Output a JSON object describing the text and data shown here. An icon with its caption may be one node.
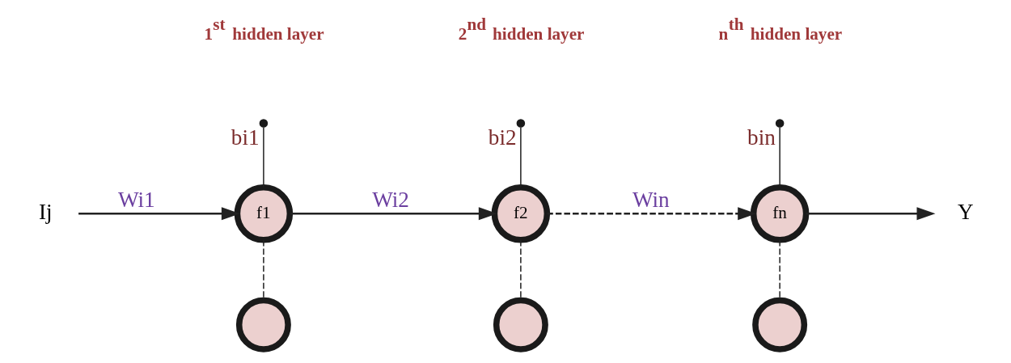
{
  "diagram": {
    "nodes": [
      {
        "text": [
          "Ij"
        ]
      },
      {
        "text": [
          "f1"
        ]
      },
      {
        "text": [
          "f2"
        ]
      },
      {
        "text": [
          "fn"
        ]
      },
      {
        "text": [
          "Y"
        ]
      },
      {
        "text": [],
        "shape": "circle",
        "beside": [
          "bi1"
        ]
      },
      {
        "text": [],
        "shape": "circle",
        "beside": [
          "bi2"
        ]
      },
      {
        "text": [],
        "shape": "circle",
        "beside": [
          "bin"
        ]
      },
      {
        "text": [],
        "shape": "circle"
      },
      {
        "text": [],
        "shape": "circle"
      },
      {
        "text": [],
        "shape": "circle"
      }
    ],
    "edges": [
      {
        "from": 0,
        "to": 1,
        "arrow": "to",
        "label": "Wi1"
      },
      {
        "from": 1,
        "to": 2,
        "arrow": "to",
        "label": "Wi2"
      },
      {
        "from": 2,
        "to": 3,
        "arrow": "to",
        "label": "Win",
        "style": "dashed"
      },
      {
        "from": 3,
        "to": 4,
        "arrow": "to"
      },
      {
        "from": 5,
        "to": 1,
        "arrow": "none"
      },
      {
        "from": 6,
        "to": 2,
        "arrow": "none"
      },
      {
        "from": 7,
        "to": 3,
        "arrow": "none"
      },
      {
        "from": 1,
        "to": 8,
        "arrow": "none",
        "style": "dashed"
      },
      {
        "from": 2,
        "to": 9,
        "arrow": "none",
        "style": "dashed"
      },
      {
        "from": 3,
        "to": 10,
        "arrow": "none",
        "style": "dashed"
      }
    ],
    "labels": [
      "1$^{st}$ hidden layer",
      "2$^{nd}$ hidden layer",
      "n$^{th}$ hidden layer"
    ]
  }
}
